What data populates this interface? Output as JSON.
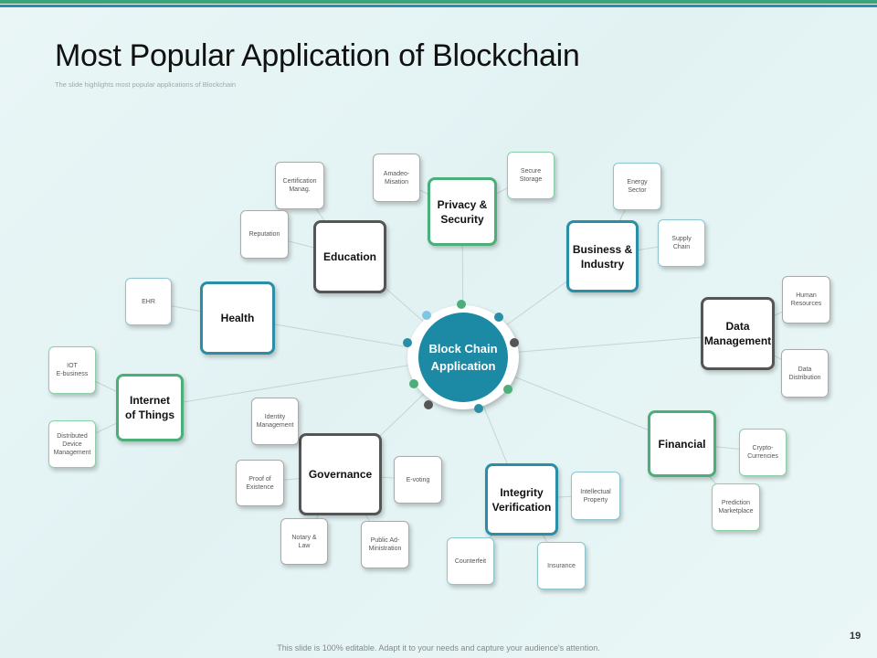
{
  "slide": {
    "title": "Most Popular Application of Blockchain",
    "subtitle": "The slide highlights most popular applications of Blockchain",
    "page_number": "19",
    "footer": "This slide is 100% editable. Adapt it to your needs and capture your audience's attention."
  },
  "hub": {
    "label": "Block Chain\nApplication"
  },
  "categories": {
    "privacy": "Privacy &\nSecurity",
    "education": "Education",
    "business": "Business &\nIndustry",
    "health": "Health",
    "data_management": "Data\nManagement",
    "iot": "Internet\nof Things",
    "financial": "Financial",
    "governance": "Governance",
    "integrity": "Integrity\nVerification"
  },
  "items": {
    "amadeo": "Amadeo-\nMisation",
    "secure_storage": "Secure\nStorage",
    "certification": "Certification\nManag.",
    "reputation": "Reputation",
    "energy_sector": "Energy\nSector",
    "supply_chain": "Supply\nChain",
    "ehr": "EHR",
    "human_resources": "Human\nResources",
    "data_distribution": "Data\nDistribution",
    "iot_ebusiness": "IOT\nE-business",
    "distributed_device": "Distributed\nDevice\nManagement",
    "identity": "Identity\nManagement",
    "crypto": "Crypto-\nCurrencies",
    "prediction": "Prediction\nMarketplace",
    "proof": "Proof of\nExistence",
    "evoting": "E-voting",
    "intellectual": "Intellectual\nProperty",
    "notary": "Notary &\nLaw",
    "public_admin": "Public Ad-\nMinistration",
    "counterfeit": "Counterfeit",
    "insurance": "Insurance"
  },
  "colors": {
    "green": "#4cae78",
    "blue": "#2a8ea6",
    "gray": "#555555",
    "light_blue": "#7fc6e0"
  }
}
